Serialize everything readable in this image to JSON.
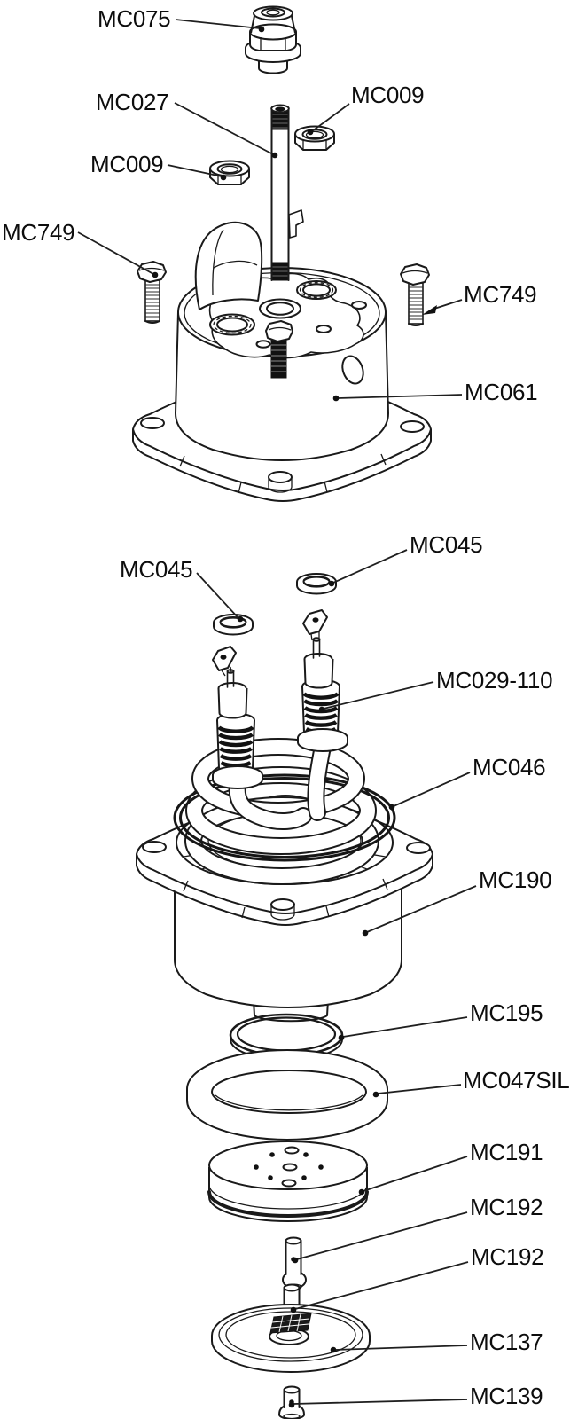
{
  "diagram": {
    "type": "exploded-parts-diagram",
    "colors": {
      "background": "#ffffff",
      "line": "#1a1a1a",
      "text": "#0d0d0d",
      "thread_fill": "#111111"
    },
    "callouts": [
      {
        "id": "mc075",
        "text": "MC075"
      },
      {
        "id": "mc027",
        "text": "MC027"
      },
      {
        "id": "mc009-right",
        "text": "MC009"
      },
      {
        "id": "mc009-left",
        "text": "MC009"
      },
      {
        "id": "mc749-left",
        "text": "MC749"
      },
      {
        "id": "mc749-right",
        "text": "MC749"
      },
      {
        "id": "mc061",
        "text": "MC061"
      },
      {
        "id": "mc045-right",
        "text": "MC045"
      },
      {
        "id": "mc045-left",
        "text": "MC045"
      },
      {
        "id": "mc029-110",
        "text": "MC029-110"
      },
      {
        "id": "mc046",
        "text": "MC046"
      },
      {
        "id": "mc190",
        "text": "MC190"
      },
      {
        "id": "mc195",
        "text": "MC195"
      },
      {
        "id": "mc047sil",
        "text": "MC047SIL"
      },
      {
        "id": "mc191",
        "text": "MC191"
      },
      {
        "id": "mc192-upper",
        "text": "MC192"
      },
      {
        "id": "mc192-lower",
        "text": "MC192"
      },
      {
        "id": "mc137",
        "text": "MC137"
      },
      {
        "id": "mc139",
        "text": "MC139"
      }
    ]
  }
}
